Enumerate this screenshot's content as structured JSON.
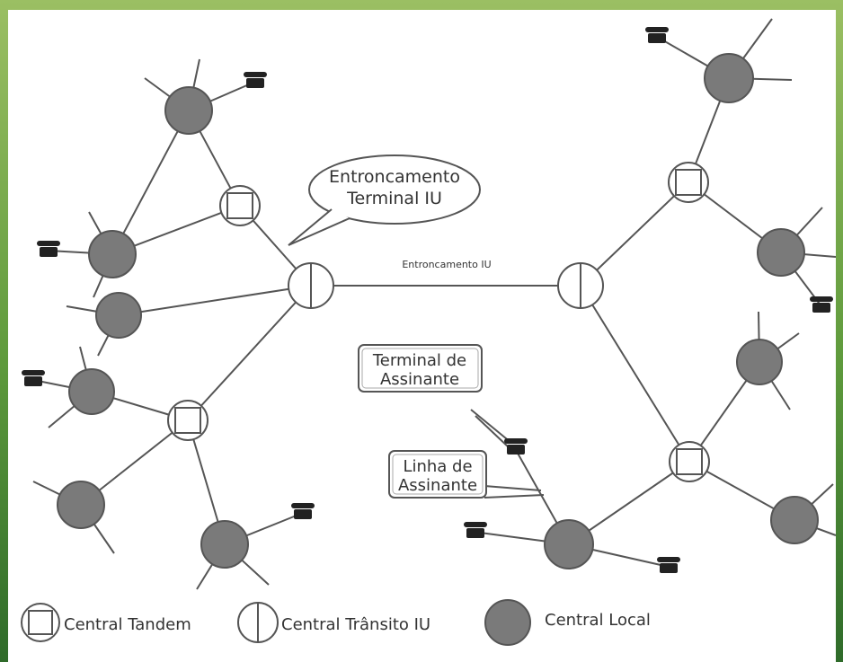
{
  "diagram": {
    "callouts": {
      "trunk_terminal_line1": "Entroncamento",
      "trunk_terminal_line2": "Terminal IU",
      "subscriber_terminal_line1": "Terminal de",
      "subscriber_terminal_line2": "Assinante",
      "subscriber_line_line1": "Linha de",
      "subscriber_line_line2": "Assinante"
    },
    "trunk_label": "Entroncamento IU",
    "legend": {
      "tandem": "Central Tandem",
      "transit": "Central Trânsito IU",
      "local": "Central Local"
    },
    "colors": {
      "border_green": "#7aa94a",
      "local_fill": "#7a7a7a",
      "line": "#555555"
    }
  }
}
